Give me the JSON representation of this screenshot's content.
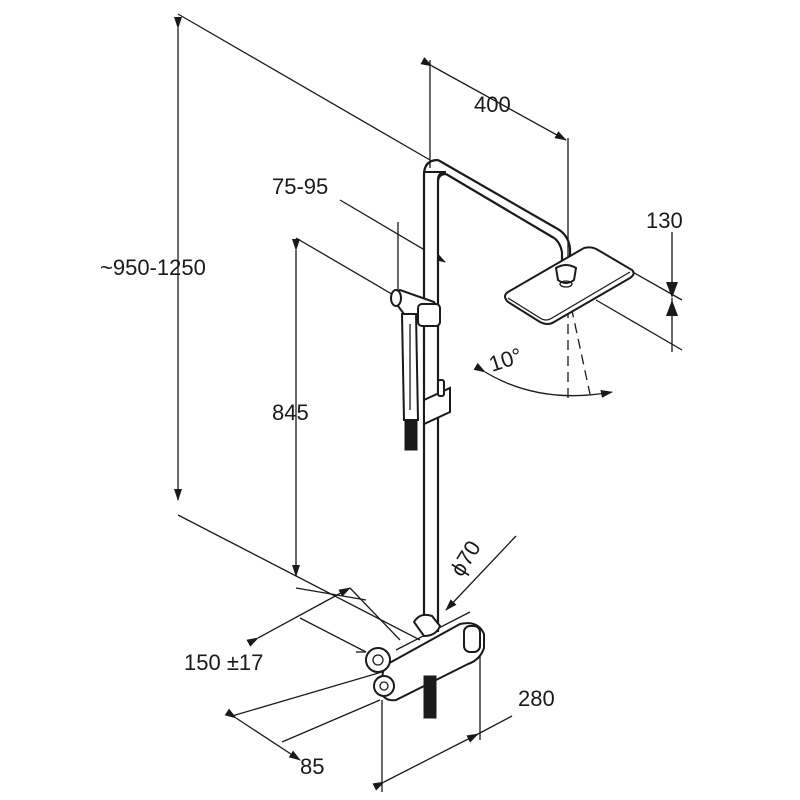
{
  "dimensions": {
    "total_height": "~950-1250",
    "arm_length": "400",
    "head_offset": "75-95",
    "head_height": "130",
    "spray_angle": "10°",
    "rail_height": "845",
    "pipe_diameter": "ϕ70",
    "inlet_spacing": "150 ±17",
    "wall_distance": "85",
    "thermostat_width": "280"
  }
}
